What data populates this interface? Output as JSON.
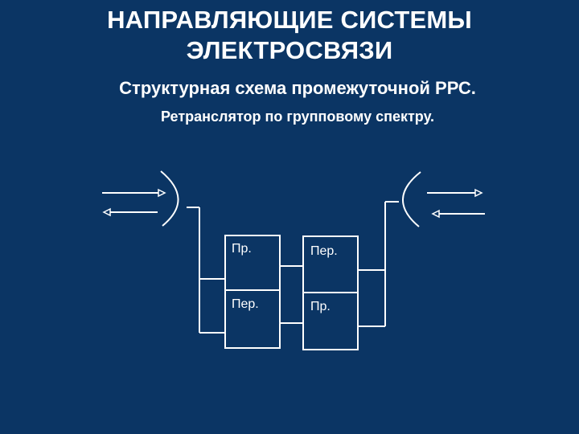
{
  "title": {
    "line1": "НАПРАВЛЯЮЩИЕ СИСТЕМЫ",
    "line2": "ЭЛЕКТРОСВЯЗИ"
  },
  "subtitle": "Структурная схема промежуточной РРС.",
  "subtitle2": "Ретранслятор по групповому спектру.",
  "blocks": {
    "left_top": "Пр.",
    "left_bottom": "Пер.",
    "right_top": "Пер.",
    "right_bottom": "Пр."
  },
  "colors": {
    "background": "#0b3564",
    "foreground": "#ffffff"
  }
}
